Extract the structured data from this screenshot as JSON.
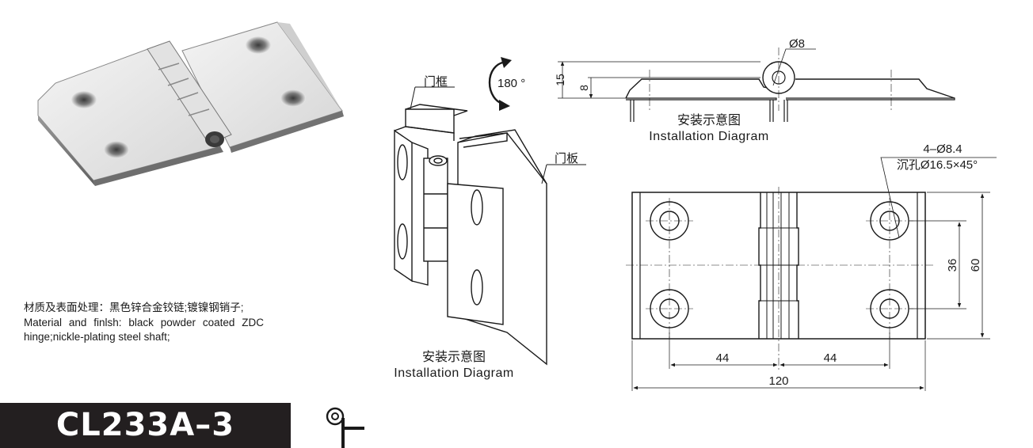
{
  "material": {
    "cn": "材质及表面处理：黑色锌合金铰链;镀镍钢销子;",
    "en": "Material and finlsh: black powder coated ZDC hinge;nickle-plating steel shaft;"
  },
  "model": "CL233A–3",
  "perspective": {
    "frame_label": "门框",
    "panel_label": "门板",
    "rotation_label": "180 °",
    "caption_cn": "安装示意图",
    "caption_en": "Installation Diagram"
  },
  "side_view": {
    "pin_dia": "Ø8",
    "dim_15": "15",
    "dim_8": "8",
    "caption_cn": "安装示意图",
    "caption_en": "Installation Diagram"
  },
  "front_view": {
    "holes": "4–Ø8.4",
    "countersink": "沉孔Ø16.5×45°",
    "dim_36": "36",
    "dim_60": "60",
    "dim_44_left": "44",
    "dim_44_right": "44",
    "dim_120": "120"
  }
}
